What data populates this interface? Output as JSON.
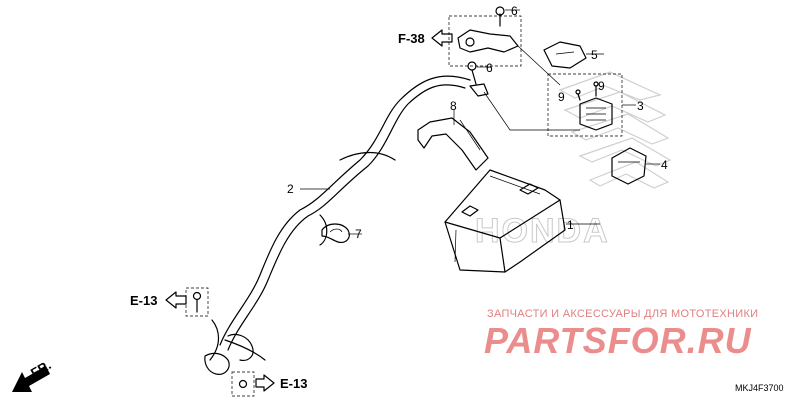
{
  "callouts": {
    "c1": "1",
    "c2": "2",
    "c3": "3",
    "c4": "4",
    "c5": "5",
    "c6a": "6",
    "c6b": "6",
    "c7": "7",
    "c8": "8",
    "c9a": "9",
    "c9b": "9"
  },
  "refs": {
    "f38": "F-38",
    "e13_left": "E-13",
    "e13_bottom": "E-13"
  },
  "direction": "FR.",
  "watermark": {
    "caption": "ЗАПЧАСТИ И АКСЕССУАРЫ ДЛЯ МОТОТЕХНИКИ",
    "brand": "PARTSFOR.RU"
  },
  "honda_mark": "HONDA",
  "diagram_code": "MKJ4F3700"
}
